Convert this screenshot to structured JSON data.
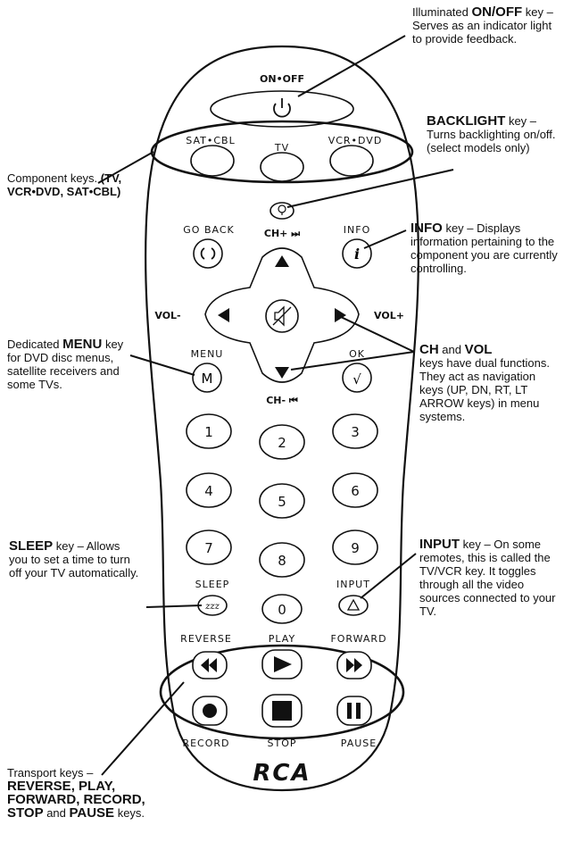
{
  "remote": {
    "on_off": "ON•OFF",
    "sat_cbl": "SAT•CBL",
    "tv": "TV",
    "vcr_dvd": "VCR•DVD",
    "go_back": "GO BACK",
    "info": "INFO",
    "ch_up": "CH+ ⏭",
    "ch_down": "CH- ⏮",
    "vol_minus": "VOL-",
    "vol_plus": "VOL+",
    "menu": "MENU",
    "menu_key": "M",
    "ok": "OK",
    "info_key": "i",
    "ok_key": "√",
    "sleep_key": "zzz",
    "digits": [
      "1",
      "2",
      "3",
      "4",
      "5",
      "6",
      "7",
      "8",
      "9",
      "0"
    ],
    "sleep": "SLEEP",
    "input": "INPUT",
    "reverse": "REVERSE",
    "play": "PLAY",
    "forward": "FORWARD",
    "record": "RECORD",
    "stop": "STOP",
    "pause": "PAUSE",
    "brand": "RCA"
  },
  "callouts": {
    "onoff": {
      "key": "ON/OFF",
      "pre": "Illuminated ",
      "post": " key – Serves as an indicator light to provide feedback."
    },
    "backlight": {
      "key": "BACKLIGHT",
      "post": " key – Turns backlighting on/off. (select models only)"
    },
    "component": {
      "pre": "Component keys.",
      "bold": "(TV, VCR•DVD, SAT•CBL)"
    },
    "info": {
      "key": "INFO",
      "post": " key – Displays information pertaining to the component you are currently controlling."
    },
    "menu": {
      "pre": "Dedicated ",
      "key": "MENU",
      "post": " key for DVD disc menus, satellite receivers and some TVs."
    },
    "chvol": {
      "key1": "CH",
      "mid": " and ",
      "key2": "VOL",
      "post": "keys have dual functions. They act as navigation keys (UP, DN, RT, LT ARROW keys) in menu systems."
    },
    "sleep": {
      "key": "SLEEP",
      "post": " key – Allows you to set a time to turn off your TV automatically."
    },
    "input": {
      "key": "INPUT",
      "post": " key – On some remotes, this is called the TV/VCR key. It toggles through all the video sources connected to your TV."
    },
    "transport": {
      "pre": "Transport keys –",
      "bold": "REVERSE, PLAY, FORWARD, RECORD, STOP",
      "mid": " and ",
      "key": "PAUSE",
      "post": " keys."
    }
  }
}
